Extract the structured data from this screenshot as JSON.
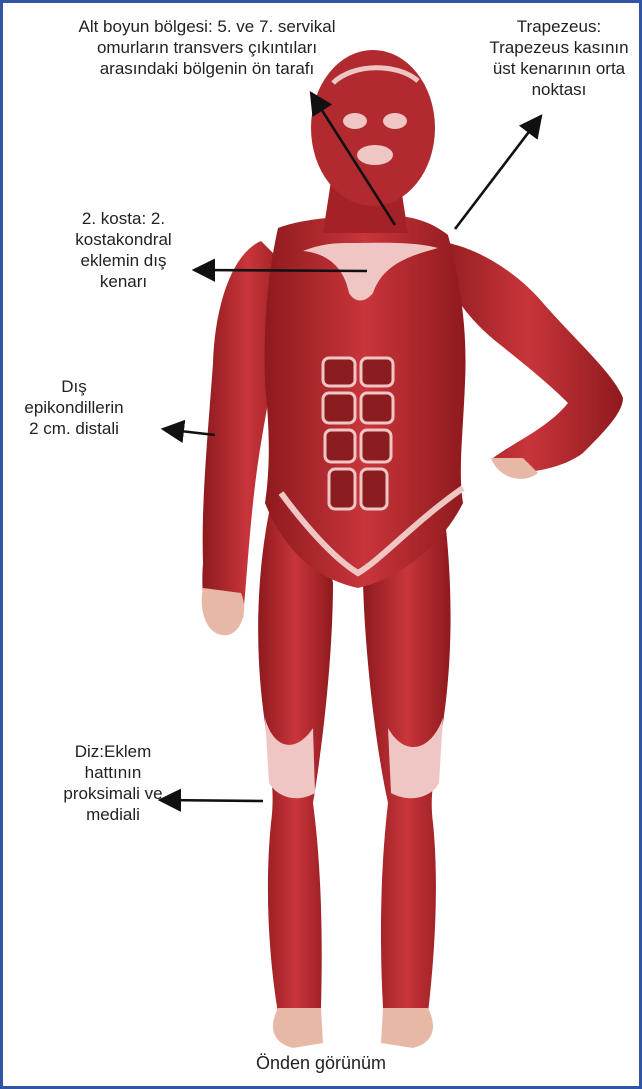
{
  "labels": {
    "neck": {
      "lines": [
        "Alt boyun bölgesi: 5. ve 7. servikal",
        "omurların transvers çıkıntıları",
        "arasındaki bölgenin ön tarafı"
      ]
    },
    "trapezius": {
      "lines": [
        "Trapezeus:",
        "Trapezeus kasının",
        "üst kenarının orta",
        "noktası"
      ]
    },
    "rib": {
      "lines": [
        "2. kosta: 2.",
        "kostakondral",
        "eklemin dış",
        "kenarı"
      ]
    },
    "elbow": {
      "lines": [
        "Dış",
        "epikondillerin",
        "2 cm. distali"
      ]
    },
    "knee": {
      "lines": [
        "Diz:Eklem",
        "hattının",
        "proksimali ve",
        "mediali"
      ]
    }
  },
  "caption": "Önden görünüm",
  "colors": {
    "frame": "#2f55a4",
    "muscle": "#b3262b",
    "muscle_dark": "#7e1418",
    "tendon": "#f0c6c4",
    "arrow": "#111111"
  }
}
